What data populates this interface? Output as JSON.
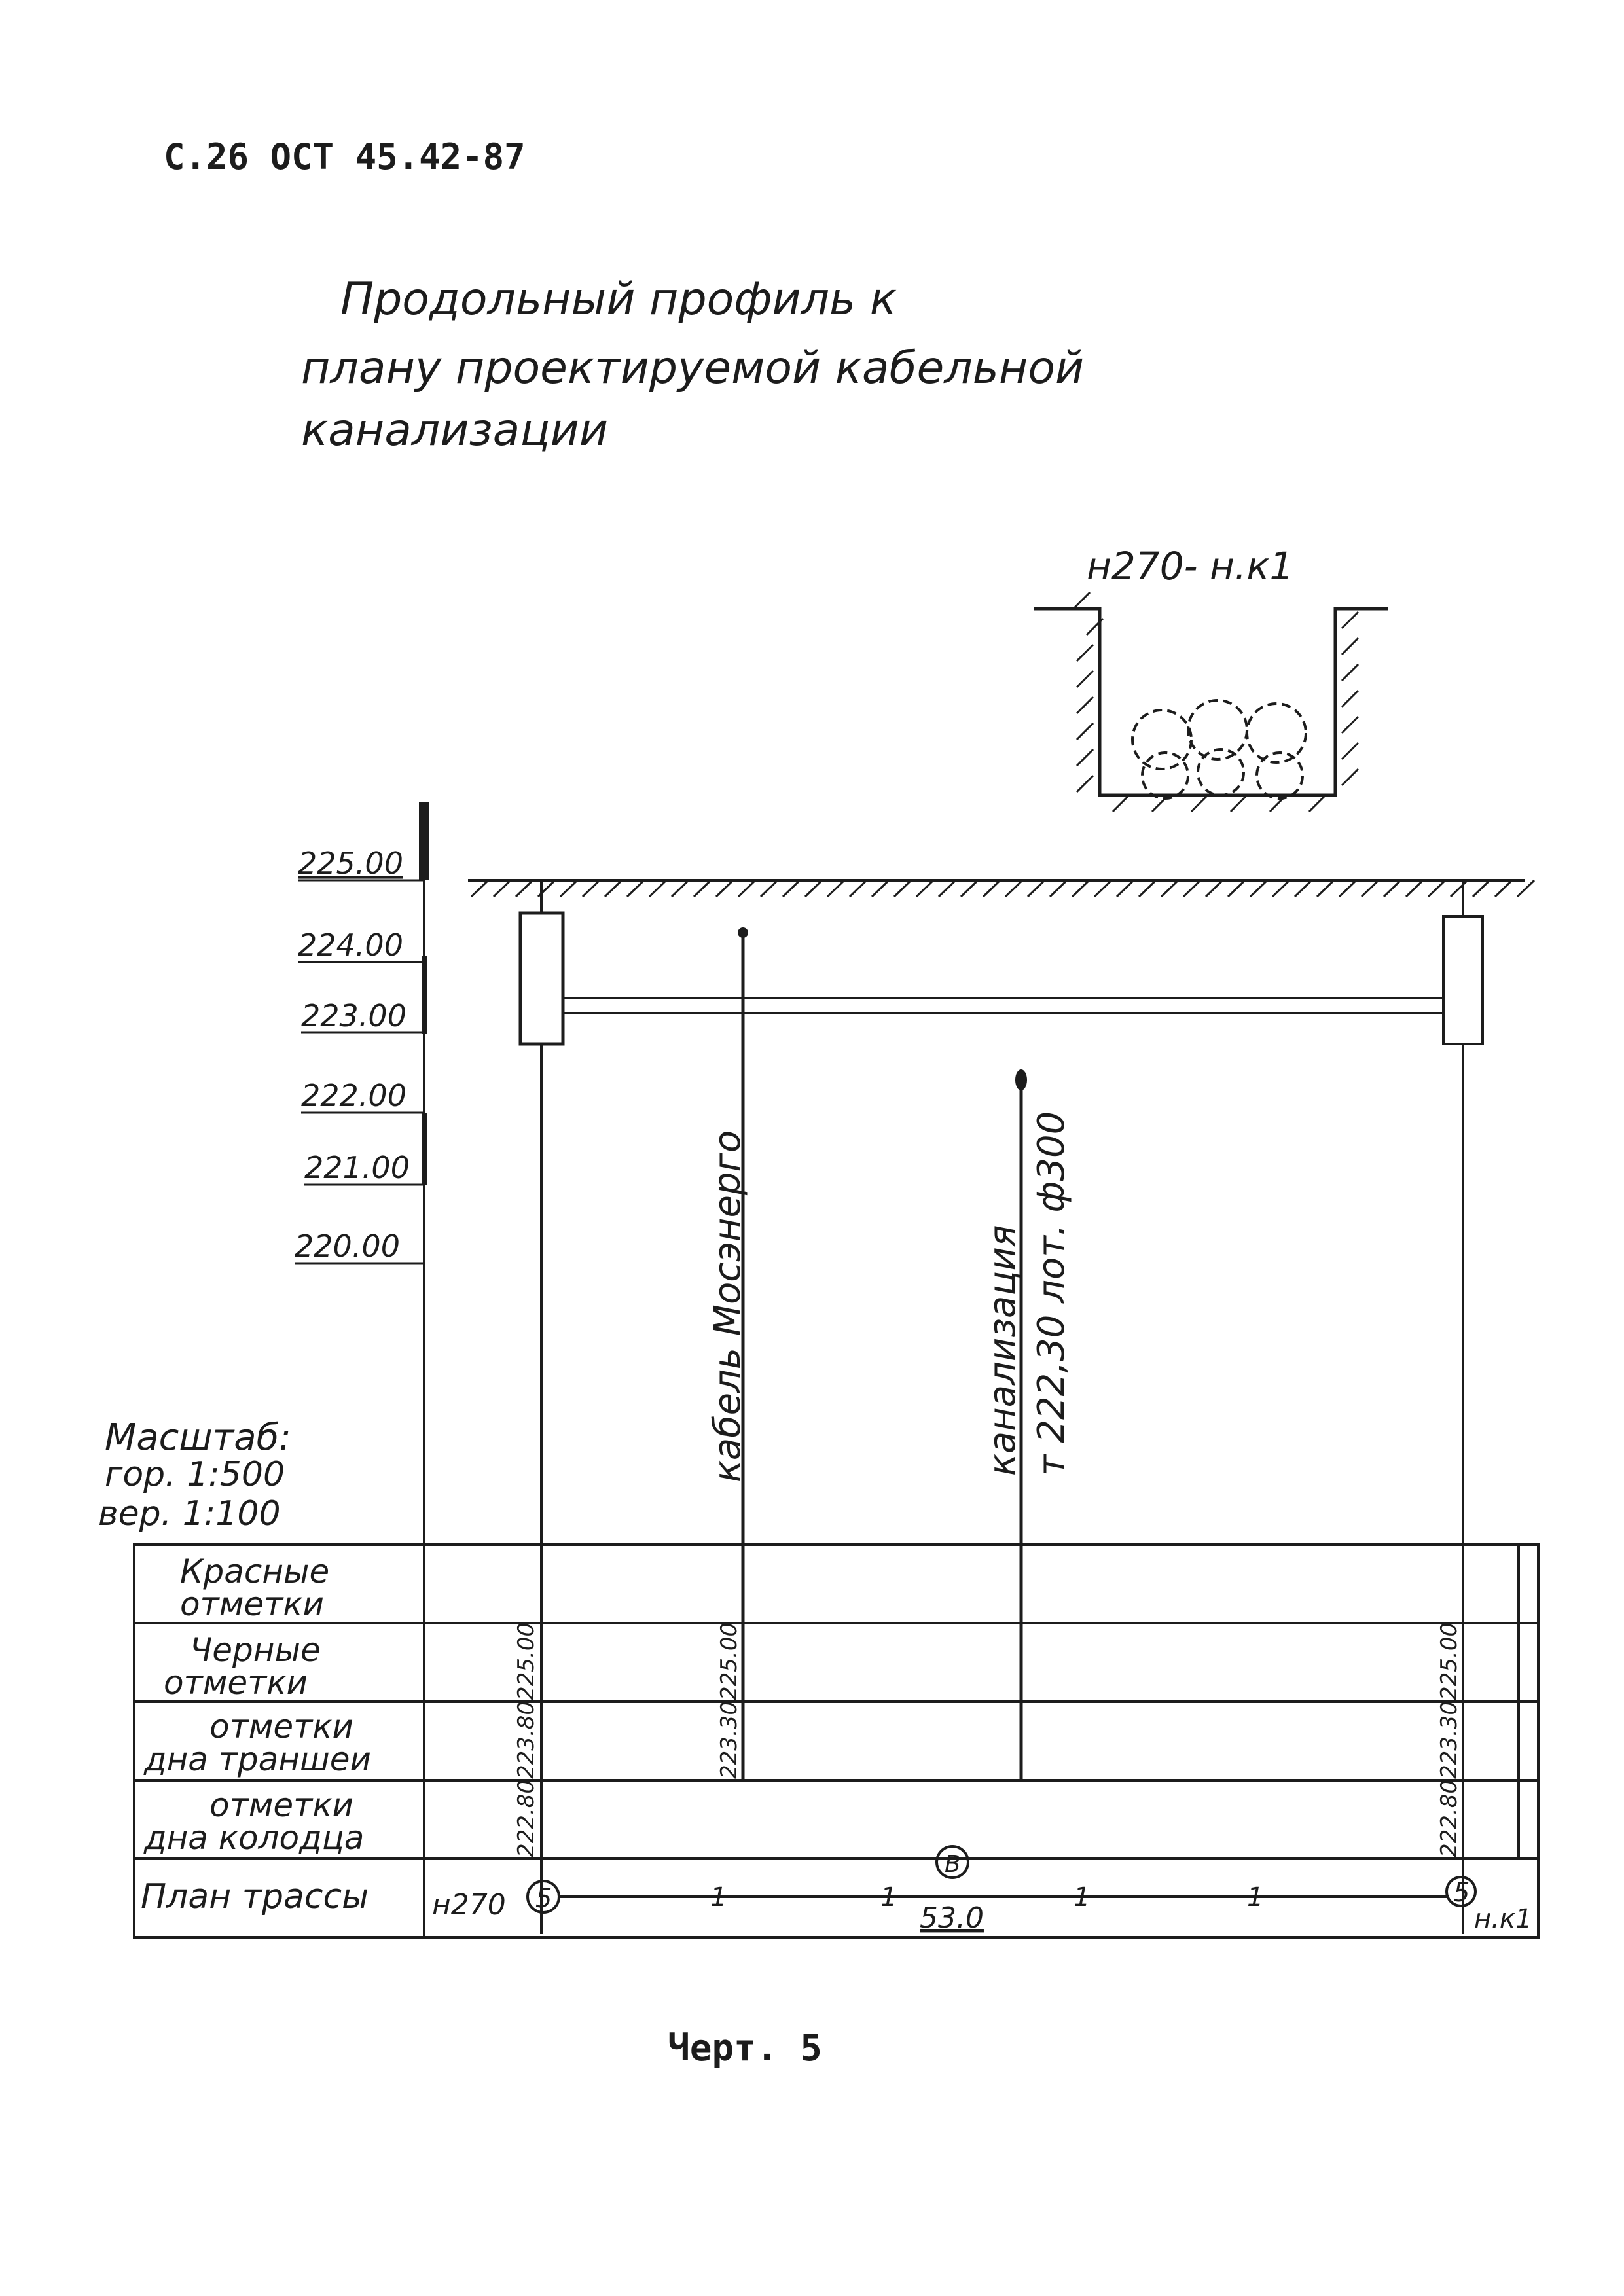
{
  "header": {
    "code": "С.26 ОСТ 45.42-87"
  },
  "title": {
    "lines": [
      "Продольный профиль к",
      "плану проектируемой кабельной",
      "канализации"
    ]
  },
  "trench_section": {
    "label": "н270- н.к1"
  },
  "elevation_scale": {
    "labels": [
      "225.00",
      "224.00",
      "223.00",
      "222.00",
      "221.00",
      "220.00"
    ]
  },
  "crossings": {
    "cable": "кабель Мосэнерго",
    "sewer_line1": "канализация",
    "sewer_line2": "т 222,30 лот. ф300"
  },
  "scale_note": {
    "title": "Масштаб:",
    "horizontal": "гор. 1:500",
    "vertical": "вер. 1:100"
  },
  "table": {
    "rows": [
      {
        "label1": "Красные",
        "label2": "отметки"
      },
      {
        "label1": "Черные",
        "label2": "отметки"
      },
      {
        "label1": "отметки",
        "label2": "дна траншеи"
      },
      {
        "label1": "отметки",
        "label2": "дна колодца"
      }
    ],
    "plan_row_label": "План трассы",
    "values": {
      "black_start": "225.00",
      "black_cable": "225.00",
      "black_end": "225.00",
      "trench_start": "223.80",
      "trench_cable": "223.30",
      "trench_end": "223.30",
      "well_start": "222.80",
      "well_end": "222.80"
    },
    "plan": {
      "start_label": "н270",
      "start_well": "5",
      "end_well": "5",
      "end_label": "н.к1",
      "channel_marker": "В",
      "length": "53.0",
      "ticks": [
        "1",
        "1",
        "1",
        "1"
      ]
    }
  },
  "caption": "Черт. 5"
}
